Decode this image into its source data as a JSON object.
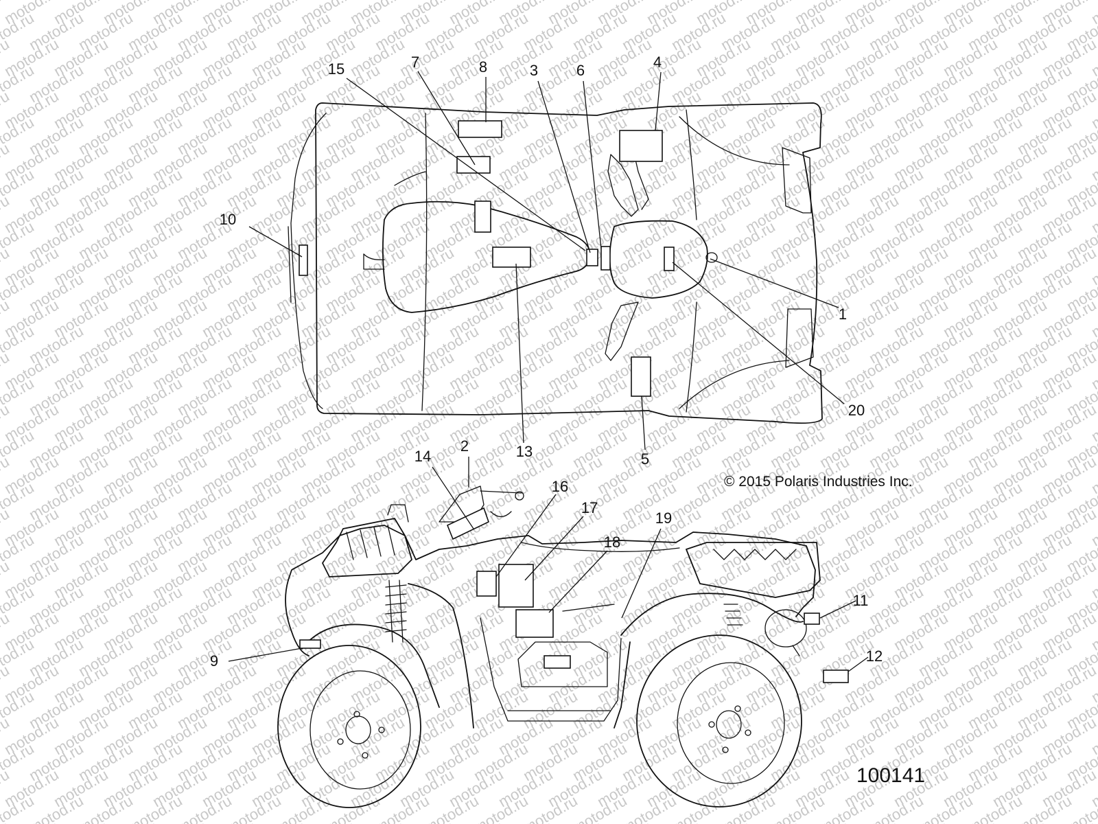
{
  "diagram": {
    "copyright": "© 2015 Polaris Industries Inc.",
    "figure_number": "100141",
    "watermark_text": "motod.ru",
    "views": [
      "top-view",
      "side-view"
    ],
    "callouts": [
      "1",
      "2",
      "3",
      "4",
      "5",
      "6",
      "7",
      "8",
      "9",
      "10",
      "11",
      "12",
      "13",
      "14",
      "15",
      "16",
      "17",
      "18",
      "19",
      "20"
    ]
  }
}
